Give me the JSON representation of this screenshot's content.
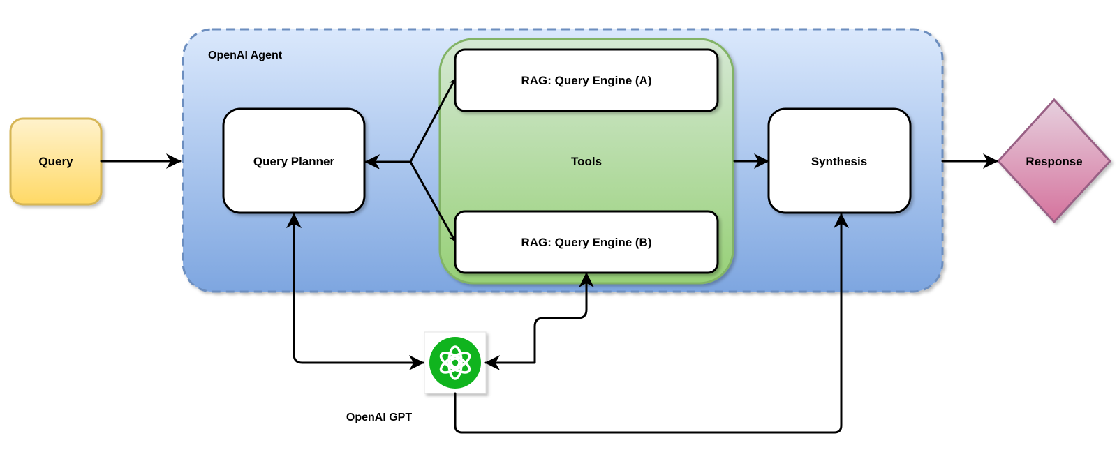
{
  "nodes": {
    "query": {
      "label": "Query"
    },
    "agent": {
      "label": "OpenAI Agent"
    },
    "query_planner": {
      "label": "Query Planner"
    },
    "tools": {
      "label": "Tools"
    },
    "engine_a": {
      "label": "RAG: Query Engine (A)"
    },
    "engine_b": {
      "label": "RAG: Query Engine (B)"
    },
    "synthesis": {
      "label": "Synthesis"
    },
    "response": {
      "label": "Response"
    },
    "gpt": {
      "label": "OpenAI GPT",
      "icon": "openai-logo-icon"
    }
  },
  "colors": {
    "query_fill_top": "#fff2cc",
    "query_fill_bottom": "#ffd966",
    "query_stroke": "#d6b656",
    "agent_fill_top": "#dae8fc",
    "agent_fill_bottom": "#7ea6e0",
    "agent_stroke": "#6c8ebf",
    "tools_fill_top": "#d5e8d4",
    "tools_fill_bottom": "#97d077",
    "tools_stroke": "#82b366",
    "response_fill_top": "#e6d0de",
    "response_fill_bottom": "#d5739d",
    "response_stroke": "#996185",
    "gpt_green": "#10b41e"
  }
}
